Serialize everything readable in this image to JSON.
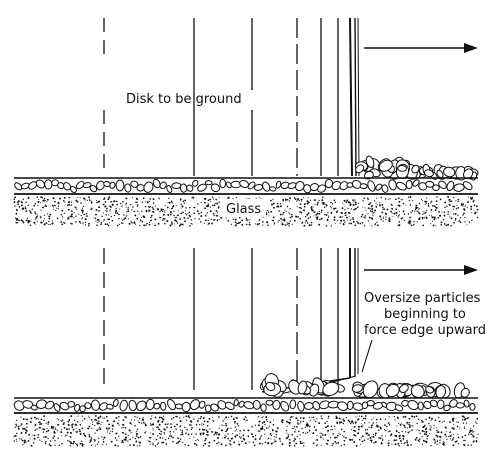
{
  "diagram": {
    "top_panel": {
      "disk_label": "Disk to be ground",
      "glass_label": "Glass"
    },
    "bottom_panel": {
      "annotation_lines": [
        "Oversize particles",
        "beginning to",
        "force edge upward"
      ]
    }
  },
  "colors": {
    "ink": "#111111",
    "background": "#ffffff"
  }
}
